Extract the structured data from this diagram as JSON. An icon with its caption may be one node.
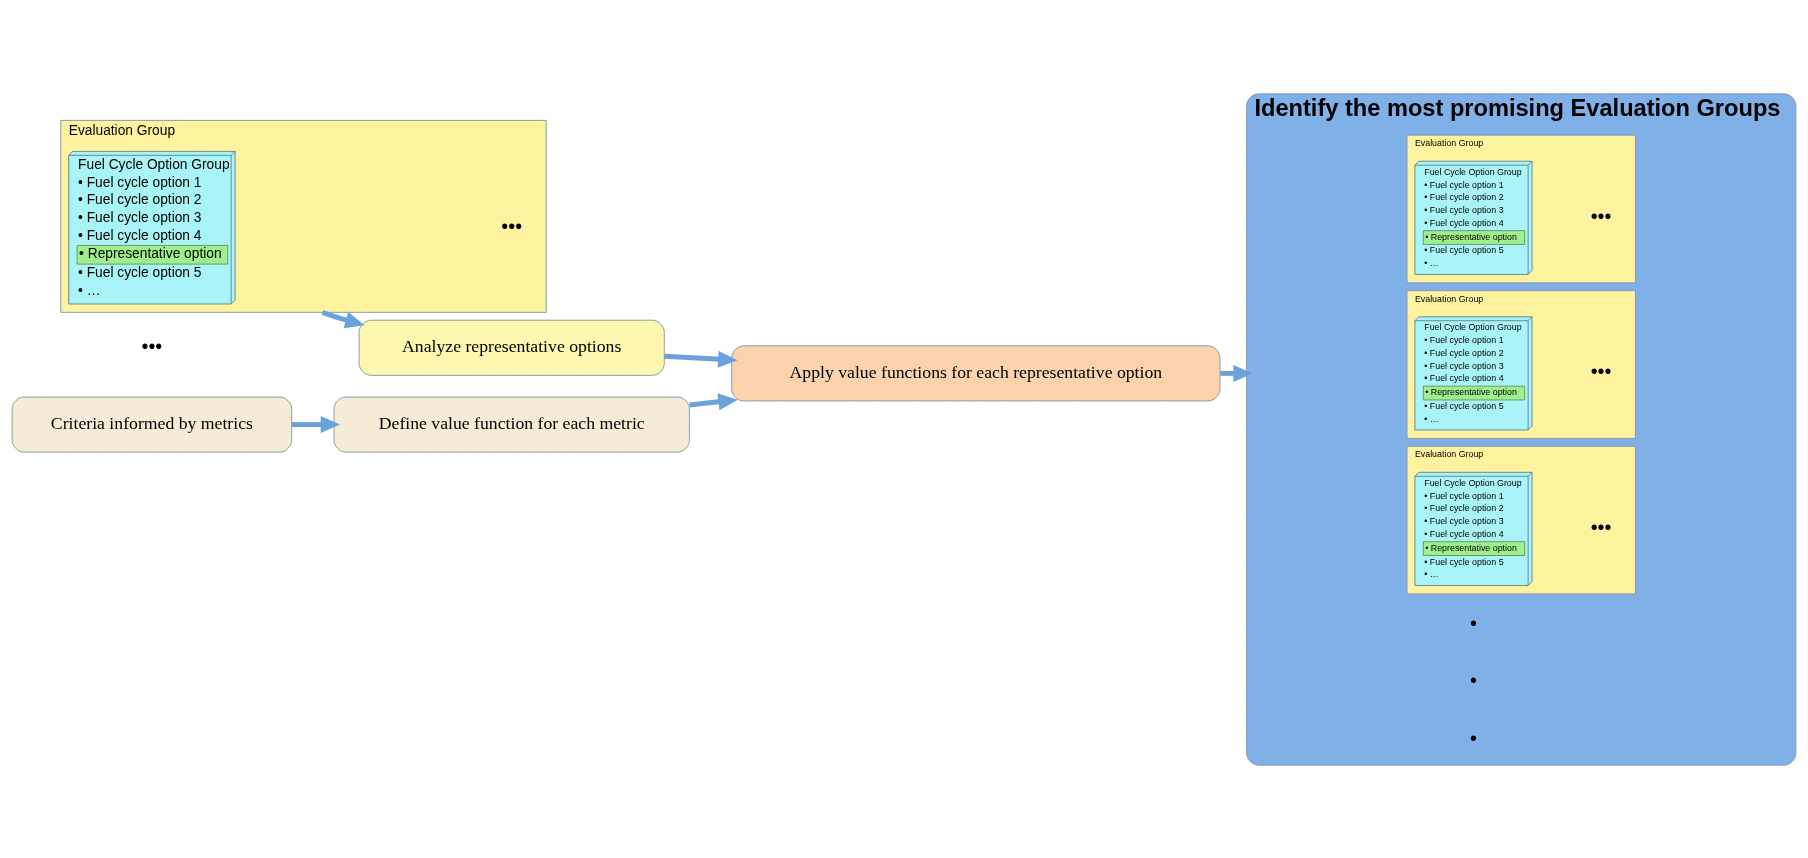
{
  "diagram": {
    "nodes": [
      {
        "text": [
          "Evaluation Group"
        ]
      },
      {
        "text": [
          "Fuel Cycle Option Group",
          "• Fuel cycle option 1",
          "• Fuel cycle option 2",
          "• Fuel cycle option 3",
          "• Fuel cycle option 4",
          "• Representative option",
          "• Fuel cycle option 5",
          "• …"
        ],
        "in": 0
      },
      {
        "text": [
          "Analyze representative options"
        ]
      },
      {
        "text": [
          "Apply value functions for each representative option"
        ]
      },
      {
        "text": [
          "Criteria informed by metrics"
        ]
      },
      {
        "text": [
          "Define value function for each metric"
        ]
      },
      {
        "text": [
          "Identify the most promising Evaluation Groups"
        ]
      },
      {
        "text": [
          "Evaluation Group"
        ],
        "in": 6
      },
      {
        "text": [
          "Fuel Cycle Option Group",
          "• Fuel cycle option 1",
          "• Fuel cycle option 2",
          "• Fuel cycle option 3",
          "• Fuel cycle option 4",
          "• Representative option",
          "• Fuel cycle option 5",
          "• …"
        ],
        "in": 7
      },
      {
        "text": [
          "Evaluation Group"
        ],
        "in": 6
      },
      {
        "text": [
          "Fuel Cycle Option Group",
          "• Fuel cycle option 1",
          "• Fuel cycle option 2",
          "• Fuel cycle option 3",
          "• Fuel cycle option 4",
          "• Representative option",
          "• Fuel cycle option 5",
          "• …"
        ],
        "in": 9
      },
      {
        "text": [
          "Evaluation Group"
        ],
        "in": 6
      },
      {
        "text": [
          "Fuel Cycle Option Group",
          "• Fuel cycle option 1",
          "• Fuel cycle option 2",
          "• Fuel cycle option 3",
          "• Fuel cycle option 4",
          "• Representative option",
          "• Fuel cycle option 5",
          "• …"
        ],
        "in": 11
      }
    ],
    "edges": [
      {
        "from": 0,
        "to": 2,
        "arrow": "to"
      },
      {
        "from": 2,
        "to": 3,
        "arrow": "to"
      },
      {
        "from": 4,
        "to": 5,
        "arrow": "to"
      },
      {
        "from": 5,
        "to": 3,
        "arrow": "to"
      },
      {
        "from": 3,
        "to": 6,
        "arrow": "to"
      }
    ],
    "labels": [
      "•••",
      "•••",
      "•••",
      "•••",
      "•",
      "•",
      "•",
      "•••"
    ]
  }
}
